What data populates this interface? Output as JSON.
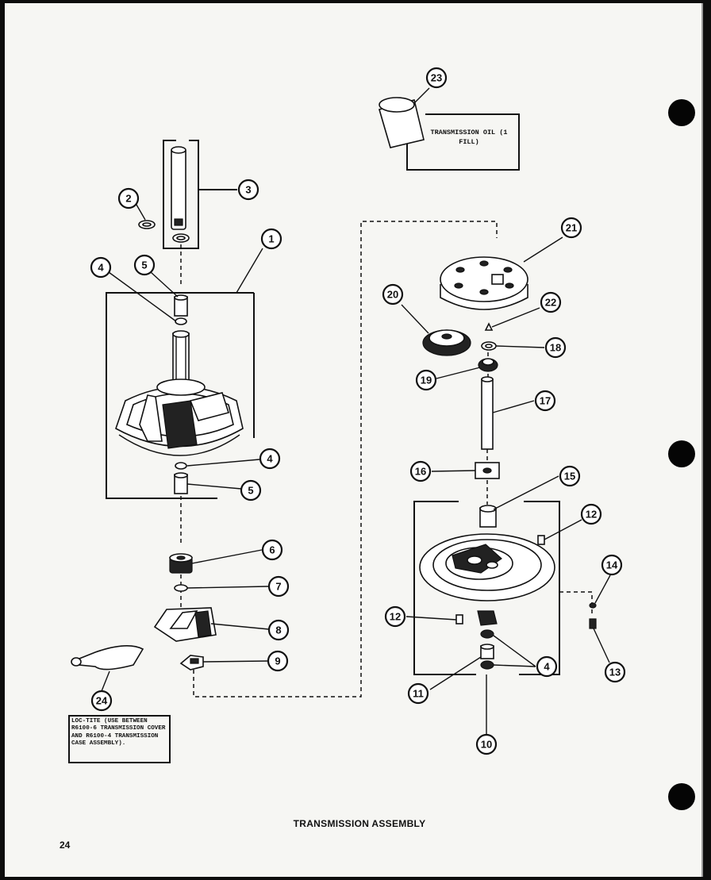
{
  "title": "TRANSMISSION ASSEMBLY",
  "page_number": "24",
  "notes": {
    "oil": "TRANSMISSION OIL (1 FILL)",
    "loctite": "LOC-TITE (USE BETWEEN R6100-6 TRANSMISSION COVER AND R6100-4 TRANSMISSION CASE ASSEMBLY)."
  },
  "callouts": {
    "c1": "1",
    "c2": "2",
    "c3": "3",
    "c4a": "4",
    "c4b": "4",
    "c4c": "4",
    "c5a": "5",
    "c5b": "5",
    "c6": "6",
    "c7": "7",
    "c8": "8",
    "c9": "9",
    "c10": "10",
    "c11": "11",
    "c12a": "12",
    "c12b": "12",
    "c13": "13",
    "c14": "14",
    "c15": "15",
    "c16": "16",
    "c17": "17",
    "c18": "18",
    "c19": "19",
    "c20": "20",
    "c21": "21",
    "c22": "22",
    "c23": "23",
    "c24": "24"
  }
}
